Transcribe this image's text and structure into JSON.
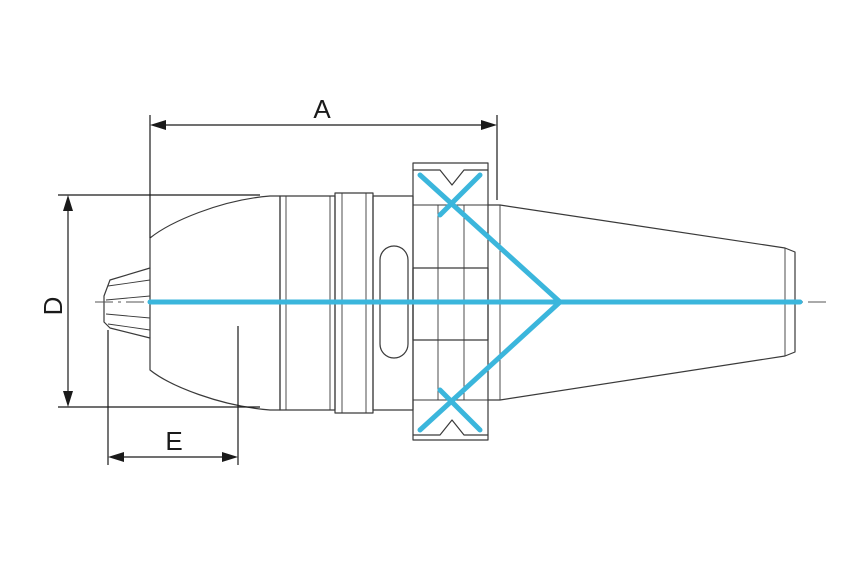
{
  "dimensions": {
    "a_label": "A",
    "d_label": "D",
    "e_label": "E"
  },
  "colors": {
    "coolant": "#3bb6dc",
    "outline": "#3a3a3a",
    "dimension": "#1a1a1a"
  }
}
